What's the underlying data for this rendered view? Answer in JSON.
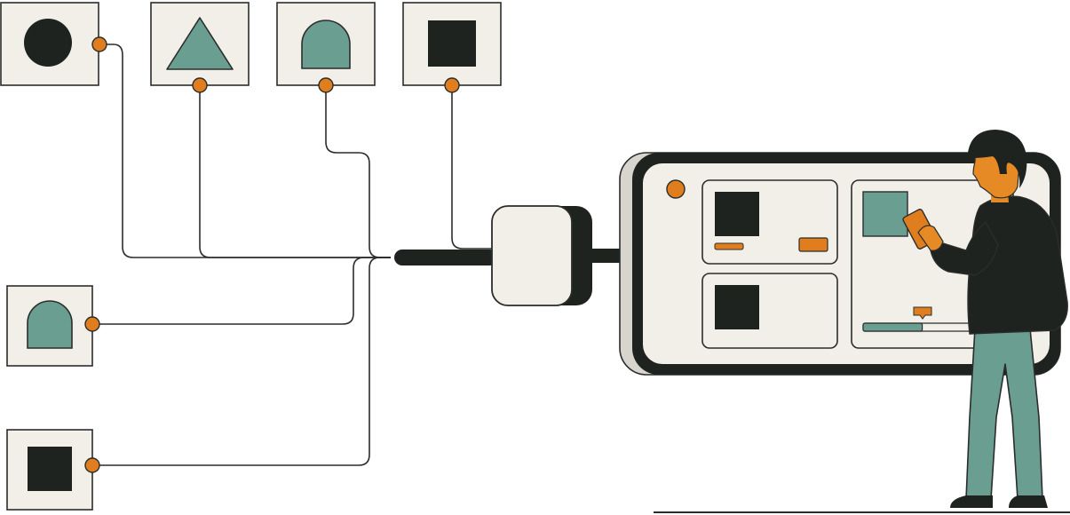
{
  "palette": {
    "ink": "#1f2320",
    "paper": "#f1efe8",
    "teal": "#6a9e91",
    "orange": "#e07e1f",
    "skin": "#e58a24",
    "line": "#2a2d2b"
  },
  "source_modules": [
    {
      "shape": "circle",
      "fill": "ink"
    },
    {
      "shape": "triangle",
      "fill": "teal"
    },
    {
      "shape": "arch",
      "fill": "teal"
    },
    {
      "shape": "square",
      "fill": "ink"
    },
    {
      "shape": "arch",
      "fill": "teal"
    },
    {
      "shape": "square",
      "fill": "ink"
    }
  ],
  "icons": {
    "hub": "connector-hub-icon",
    "screen": "dashboard-screen-icon",
    "person": "person-holding-phone-icon"
  },
  "dashboard": {
    "progress_level": 0.45
  }
}
